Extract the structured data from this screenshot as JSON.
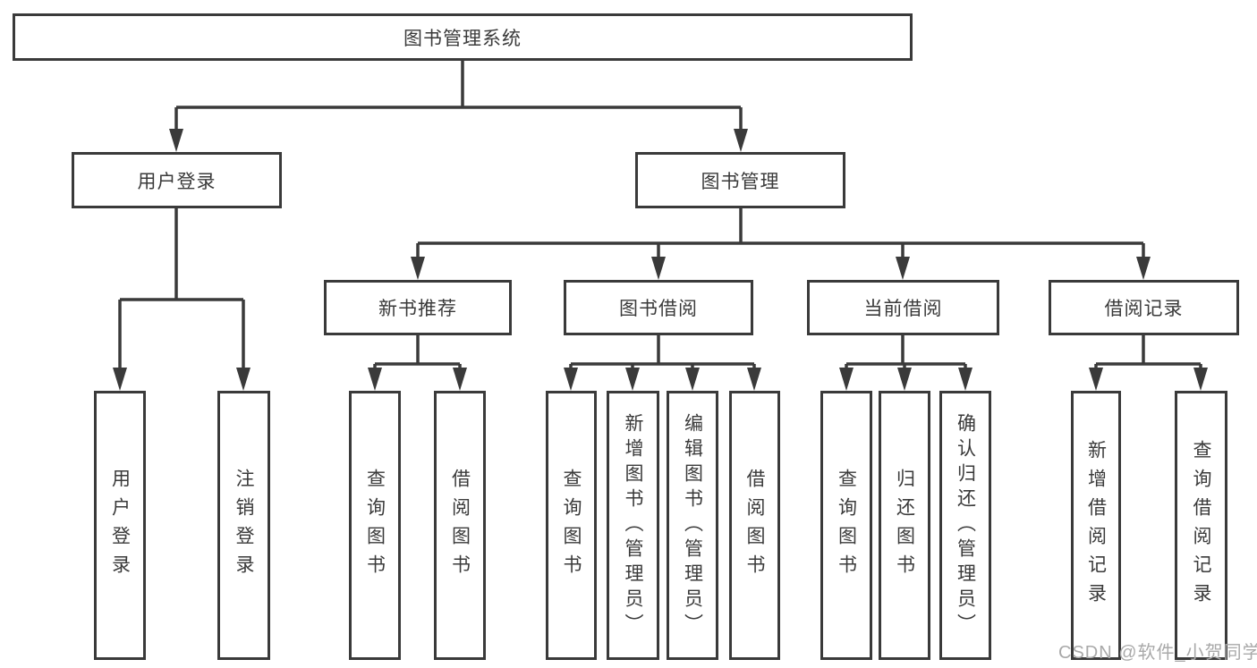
{
  "colors": {
    "line": "#3a3a3a",
    "text": "#3a3a3a",
    "watermark": "#a9a9a9",
    "background": "#ffffff"
  },
  "watermark": "CSDN @软件_小贺同学",
  "tree": {
    "label": "图书管理系统",
    "children": [
      {
        "label": "用户登录",
        "children": [
          {
            "label": "用户登录"
          },
          {
            "label": "注销登录"
          }
        ]
      },
      {
        "label": "图书管理",
        "children": [
          {
            "label": "新书推荐",
            "children": [
              {
                "label": "查询图书"
              },
              {
                "label": "借阅图书"
              }
            ]
          },
          {
            "label": "图书借阅",
            "children": [
              {
                "label": "查询图书"
              },
              {
                "label": "新增图书（管理员）"
              },
              {
                "label": "编辑图书（管理员）"
              },
              {
                "label": "借阅图书"
              }
            ]
          },
          {
            "label": "当前借阅",
            "children": [
              {
                "label": "查询图书"
              },
              {
                "label": "归还图书"
              },
              {
                "label": "确认归还（管理员）"
              }
            ]
          },
          {
            "label": "借阅记录",
            "children": [
              {
                "label": "新增借阅记录"
              },
              {
                "label": "查询借阅记录"
              }
            ]
          }
        ]
      }
    ]
  }
}
